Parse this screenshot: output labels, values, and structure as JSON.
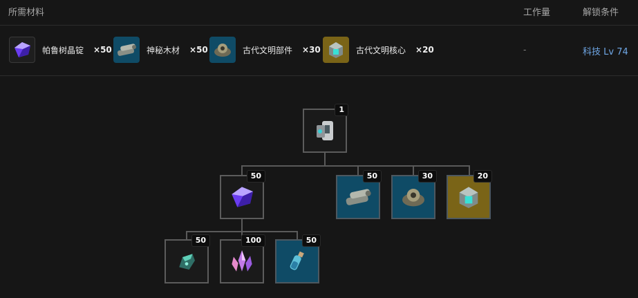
{
  "header": {
    "materials_label": "所需材料",
    "workload_label": "工作量",
    "unlock_label": "解锁条件"
  },
  "materials": [
    {
      "name": "帕鲁树晶锭",
      "qty": "×50",
      "icon": "crystal-ingot-icon"
    },
    {
      "name": "神秘木材",
      "qty": "×50",
      "icon": "mystic-wood-icon"
    },
    {
      "name": "古代文明部件",
      "qty": "×30",
      "icon": "ancient-civilization-parts-icon"
    },
    {
      "name": "古代文明核心",
      "qty": "×20",
      "icon": "ancient-civilization-core-icon"
    }
  ],
  "workload": "-",
  "unlock": "科技 Lv 74",
  "tree": {
    "root": {
      "badge": "1",
      "icon": "product-icon"
    },
    "level1": [
      {
        "badge": "50",
        "icon": "crystal-ingot-icon"
      },
      {
        "badge": "50",
        "icon": "mystic-wood-icon"
      },
      {
        "badge": "30",
        "icon": "ancient-civilization-parts-icon"
      },
      {
        "badge": "20",
        "icon": "ancient-civilization-core-icon"
      }
    ],
    "level2": [
      {
        "badge": "50",
        "icon": "teal-ore-icon"
      },
      {
        "badge": "100",
        "icon": "pink-crystal-icon"
      },
      {
        "badge": "50",
        "icon": "vial-icon"
      }
    ]
  },
  "colors": {
    "background": "#161616",
    "blue_tile": "#0f4b66",
    "gold_tile": "#7a6417",
    "link": "#6fa7e6"
  }
}
